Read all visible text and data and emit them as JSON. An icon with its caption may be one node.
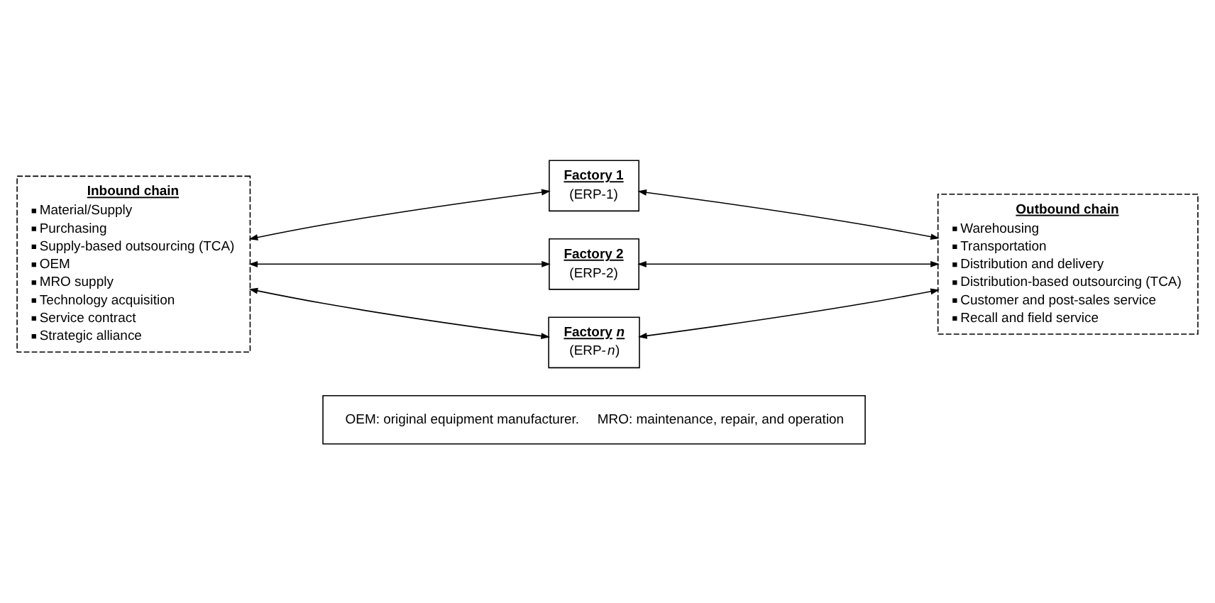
{
  "diagram": {
    "nodes": [
      {
        "text": [
          "Inbound chain",
          "Material/Supply",
          "Purchasing",
          "Supply-based outsourcing (TCA)",
          "OEM",
          "MRO supply",
          "Technology acquisition",
          "Service contract",
          "Strategic alliance"
        ]
      },
      {
        "text": [
          "Factory 1",
          "(ERP-1)"
        ]
      },
      {
        "text": [
          "Factory 2",
          "(ERP-2)"
        ]
      },
      {
        "text": [
          "Factory *n*",
          "(ERP-*n*)"
        ]
      },
      {
        "text": [
          "Outbound chain",
          "Warehousing",
          "Transportation",
          "Distribution and delivery",
          "Distribution-based outsourcing (TCA)",
          "Customer and post-sales service",
          "Recall and field service"
        ]
      },
      {
        "text": [
          "OEM: original equipment manufacturer.",
          "MRO: maintenance, repair, and operation"
        ]
      }
    ],
    "edges": [
      {
        "from": 0,
        "to": 1,
        "arrow": "both"
      },
      {
        "from": 0,
        "to": 2,
        "arrow": "both"
      },
      {
        "from": 0,
        "to": 3,
        "arrow": "both"
      },
      {
        "from": 1,
        "to": 4,
        "arrow": "both"
      },
      {
        "from": 2,
        "to": 4,
        "arrow": "both"
      },
      {
        "from": 3,
        "to": 4,
        "arrow": "both"
      }
    ]
  }
}
